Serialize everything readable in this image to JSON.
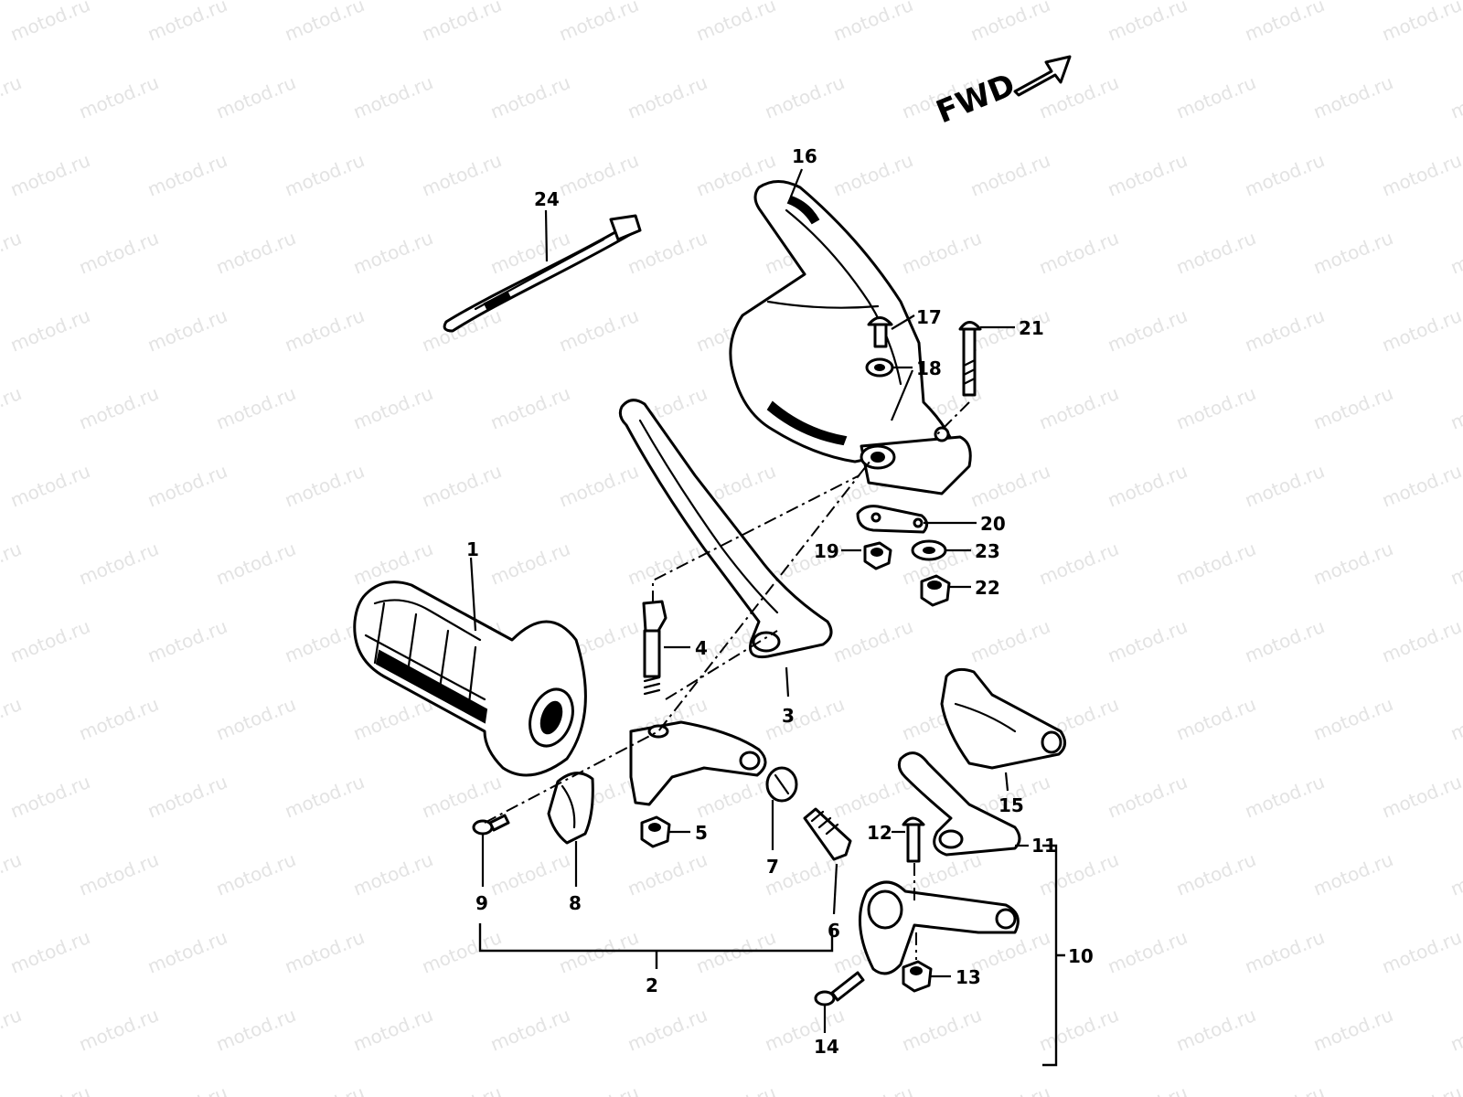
{
  "watermark": "motod.ru",
  "direction_label": "FWD",
  "callouts": [
    {
      "id": "1",
      "label": "1"
    },
    {
      "id": "2",
      "label": "2"
    },
    {
      "id": "3",
      "label": "3"
    },
    {
      "id": "4",
      "label": "4"
    },
    {
      "id": "5",
      "label": "5"
    },
    {
      "id": "6",
      "label": "6"
    },
    {
      "id": "7",
      "label": "7"
    },
    {
      "id": "8",
      "label": "8"
    },
    {
      "id": "9",
      "label": "9"
    },
    {
      "id": "10",
      "label": "10"
    },
    {
      "id": "11",
      "label": "11"
    },
    {
      "id": "12",
      "label": "12"
    },
    {
      "id": "13",
      "label": "13"
    },
    {
      "id": "14",
      "label": "14"
    },
    {
      "id": "15",
      "label": "15"
    },
    {
      "id": "16",
      "label": "16"
    },
    {
      "id": "17",
      "label": "17"
    },
    {
      "id": "18",
      "label": "18"
    },
    {
      "id": "19",
      "label": "19"
    },
    {
      "id": "20",
      "label": "20"
    },
    {
      "id": "21",
      "label": "21"
    },
    {
      "id": "22",
      "label": "22"
    },
    {
      "id": "23",
      "label": "23"
    },
    {
      "id": "24",
      "label": "24"
    }
  ],
  "colors": {
    "line": "#000000",
    "background": "#ffffff",
    "watermark": "#e3e3e3"
  }
}
